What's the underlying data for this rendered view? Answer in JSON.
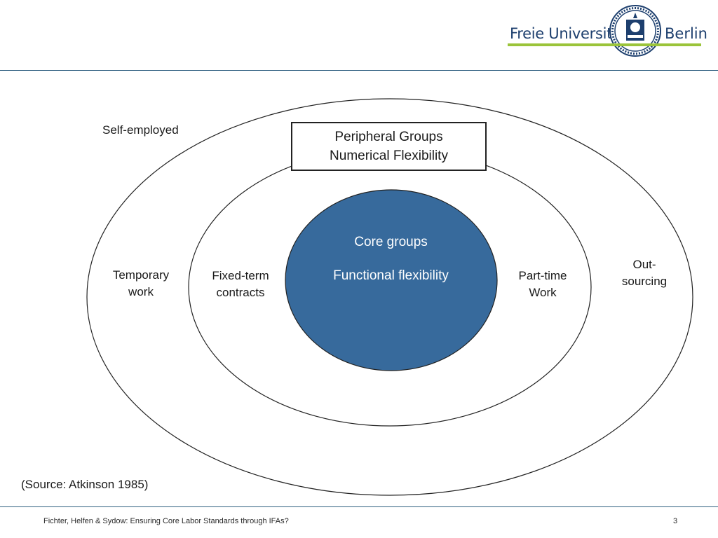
{
  "logo": {
    "left_text": "Freie Universität",
    "right_text": "Berlin"
  },
  "diagram": {
    "outer_label": "Self-employed",
    "peripheral_box": {
      "line1": "Peripheral Groups",
      "line2": "Numerical Flexibility"
    },
    "core": {
      "title": "Core groups",
      "subtitle": "Functional flexibility"
    },
    "labels": {
      "temporary": [
        "Temporary",
        "work"
      ],
      "fixed_term": [
        "Fixed-term",
        "contracts"
      ],
      "part_time": [
        "Part-time",
        "Work"
      ],
      "outsourcing": [
        "Out-",
        "sourcing"
      ]
    },
    "colors": {
      "core_fill": "#376a9c",
      "outline": "#222222"
    }
  },
  "source": "(Source:  Atkinson 1985)",
  "footer": {
    "text": "Fichter, Helfen & Sydow: Ensuring Core Labor Standards through IFAs?",
    "page": "3"
  }
}
